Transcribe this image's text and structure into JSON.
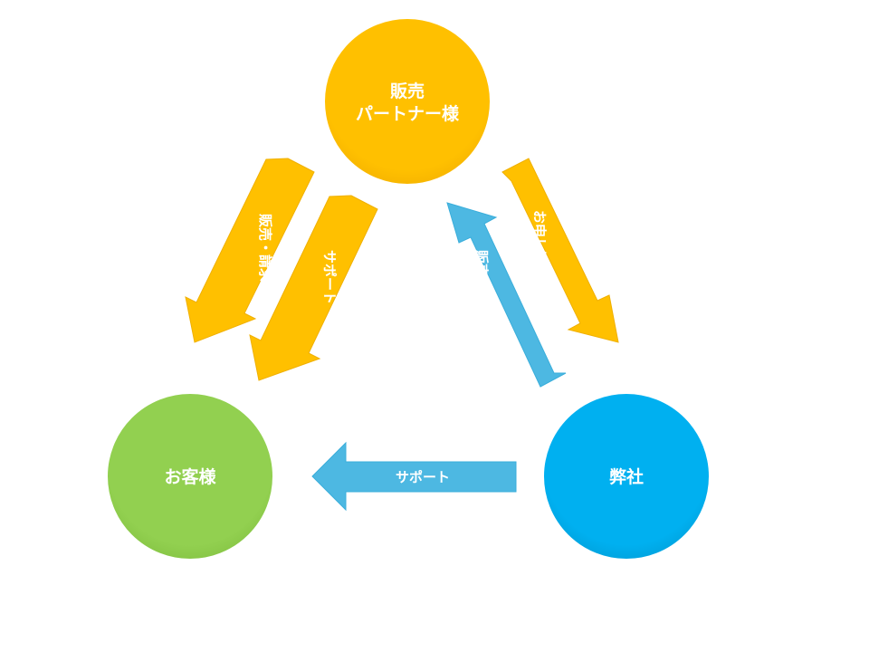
{
  "colors": {
    "partner": "#ffc000",
    "customer": "#92d050",
    "company": "#00b0f0",
    "arrow_orange": "#ffc000",
    "arrow_blue": "#4db8e2",
    "text": "#ffffff"
  },
  "nodes": {
    "partner": {
      "line1": "販売",
      "line2": "パートナー様"
    },
    "customer": {
      "label": "お客様"
    },
    "company": {
      "label": "弊社"
    }
  },
  "arrows": {
    "sales_billing": {
      "label": "販売・請求"
    },
    "support_partner": {
      "label": "サポート"
    },
    "application": {
      "label": "お申し込み"
    },
    "sales_support": {
      "label": "販売サポート"
    },
    "support_company": {
      "label": "サポート"
    }
  }
}
